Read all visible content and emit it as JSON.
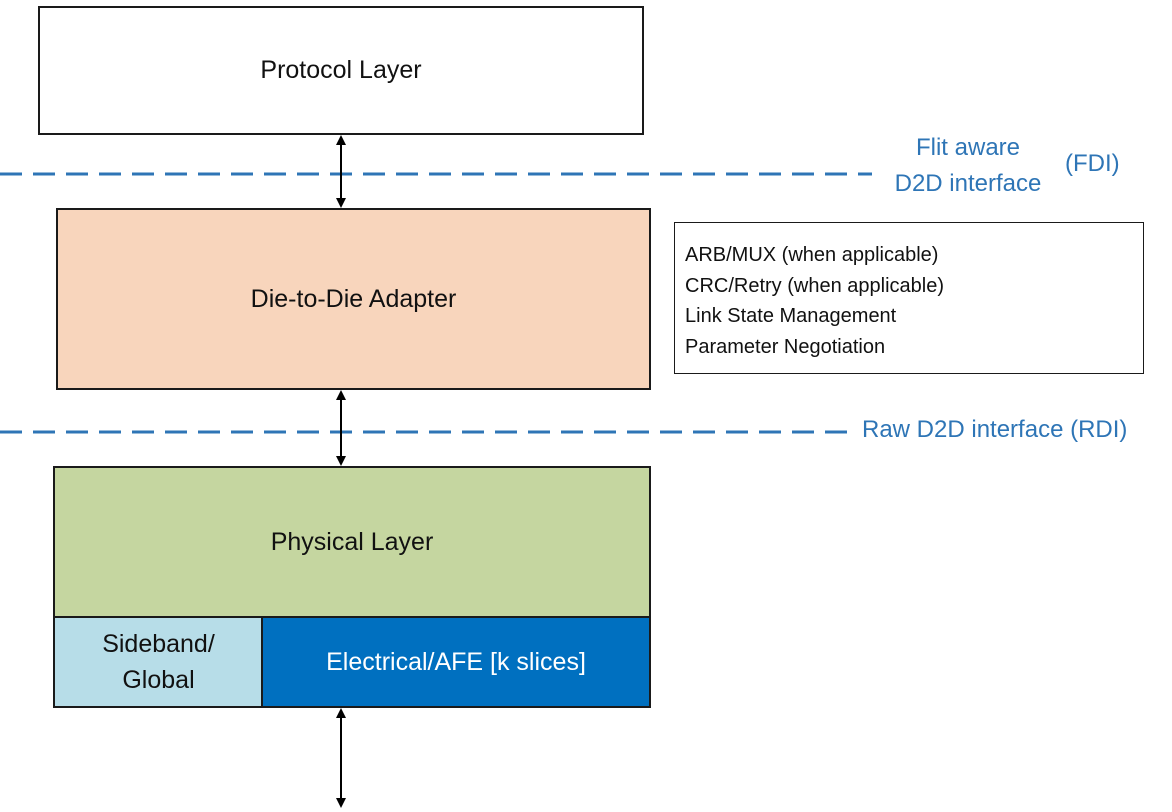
{
  "colors": {
    "protocol_fill": "#ffffff",
    "adapter_fill": "#f8d5bc",
    "physical_fill": "#c5d6a0",
    "sideband_fill": "#b7dde8",
    "afe_fill": "#0070c0",
    "interface_line": "#2e75b6"
  },
  "layers": {
    "protocol": "Protocol Layer",
    "adapter": "Die-to-Die Adapter",
    "physical": "Physical Layer",
    "sideband_line1": "Sideband/",
    "sideband_line2": "Global",
    "afe": "Electrical/AFE [k slices]"
  },
  "adapter_functions": [
    "ARB/MUX (when applicable)",
    "CRC/Retry (when applicable)",
    "Link State Management",
    "Parameter Negotiation"
  ],
  "interfaces": {
    "fdi_line1": "Flit aware",
    "fdi_line2": "D2D interface",
    "fdi_abbr": "(FDI)",
    "rdi": "Raw D2D interface (RDI)"
  }
}
